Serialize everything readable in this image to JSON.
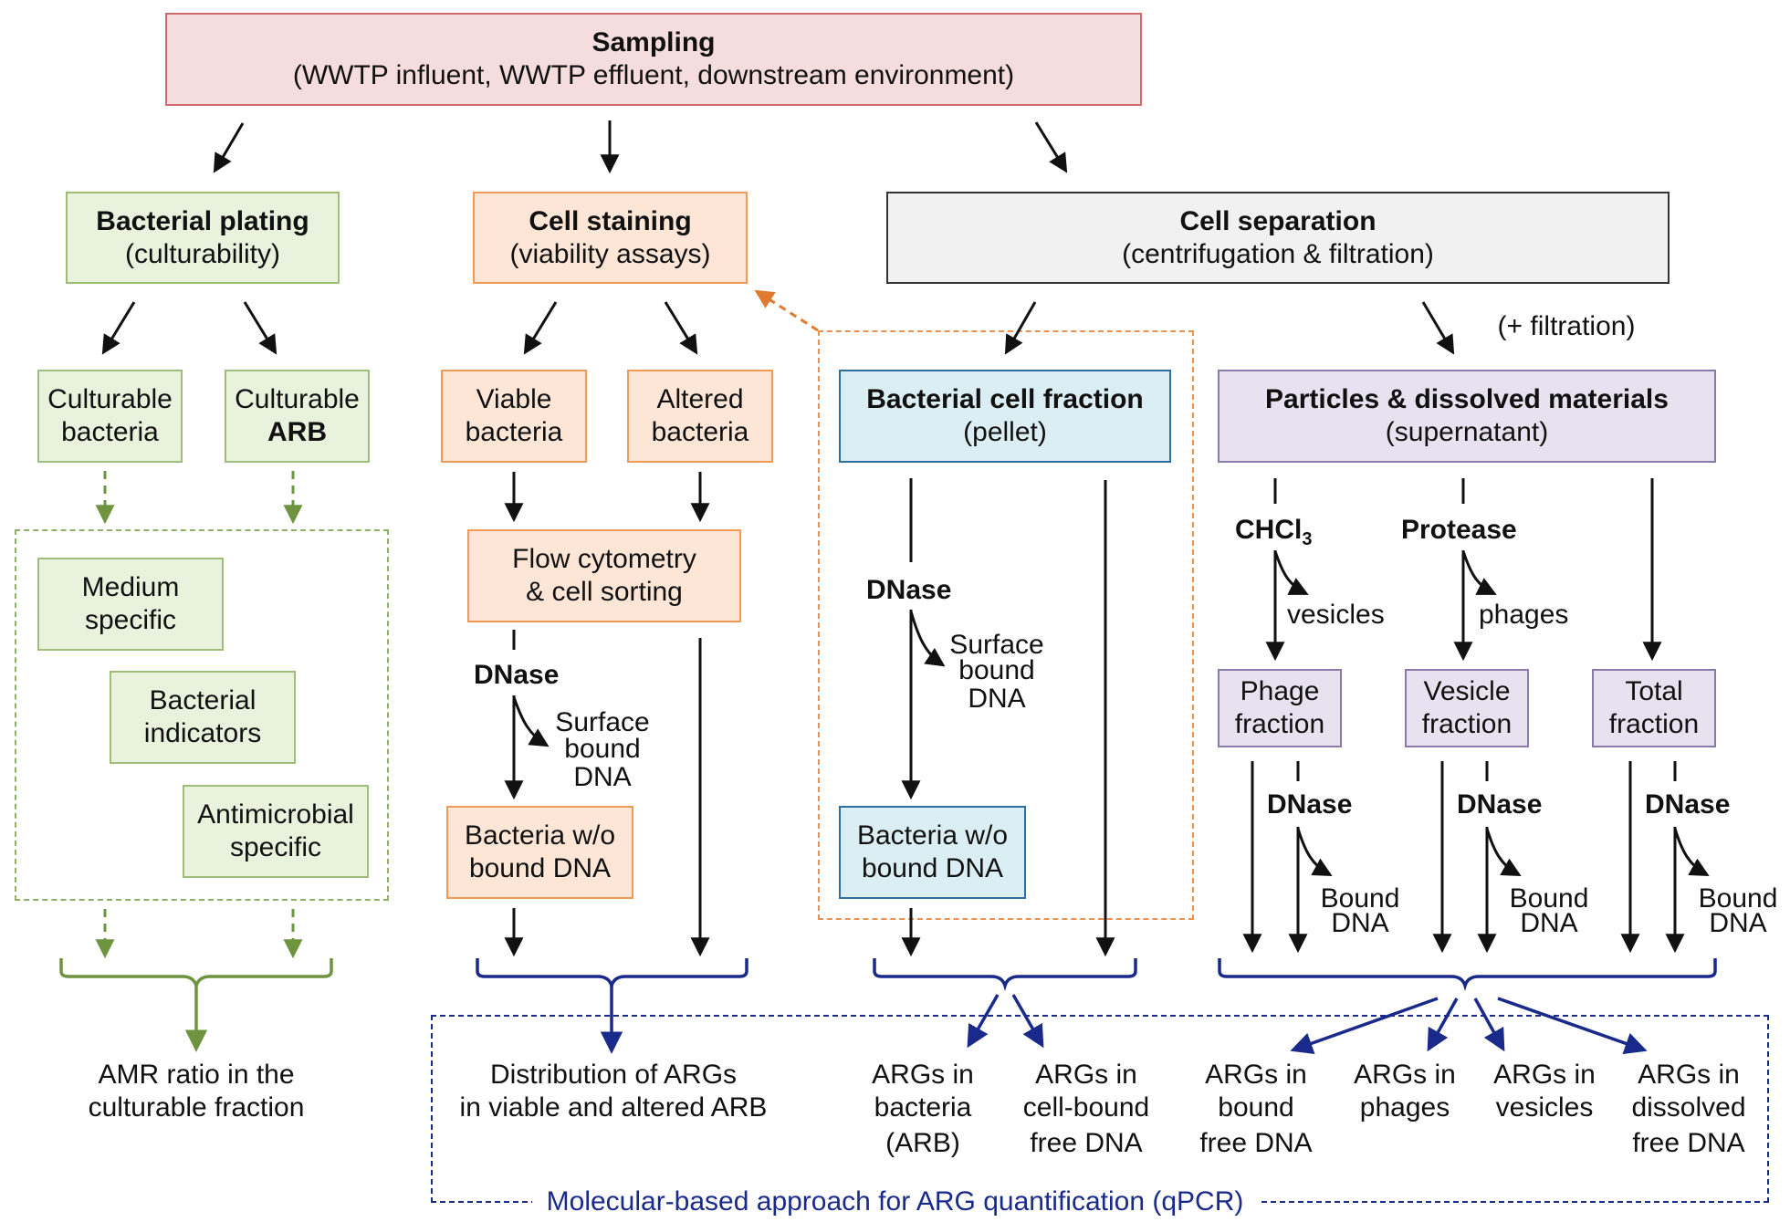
{
  "sampling": {
    "title": "Sampling",
    "subtitle": "(WWTP influent, WWTP effluent, downstream environment)"
  },
  "plating": {
    "title": "Bacterial plating",
    "subtitle": "(culturability)"
  },
  "staining": {
    "title": "Cell staining",
    "subtitle": "(viability assays)"
  },
  "separation": {
    "title": "Cell separation",
    "subtitle": "(centrifugation & filtration)",
    "filtration_note": "(+ filtration)"
  },
  "culturable": {
    "line1": "Culturable",
    "line2": "bacteria"
  },
  "culturable_arb": {
    "line1": "Culturable",
    "line2": "ARB"
  },
  "viable": {
    "line1": "Viable",
    "line2": "bacteria"
  },
  "altered": {
    "line1": "Altered",
    "line2": "bacteria"
  },
  "cell_fraction": {
    "title": "Bacterial cell fraction",
    "subtitle": "(pellet)"
  },
  "particles": {
    "title": "Particles & dissolved materials",
    "subtitle": "(supernatant)"
  },
  "medium": {
    "line1": "Medium",
    "line2": "specific"
  },
  "indicators": {
    "line1": "Bacterial",
    "line2": "indicators"
  },
  "antimicrobial": {
    "line1": "Antimicrobial",
    "line2": "specific"
  },
  "flow": {
    "line1": "Flow cytometry",
    "line2": "& cell sorting"
  },
  "treat": {
    "dnase": "DNase",
    "surface1": "Surface",
    "surface2": "bound",
    "surface3": "DNA",
    "chcl3": "CHCl",
    "chcl3_sub": "3",
    "vesicles": "vesicles",
    "protease": "Protease",
    "phages": "phages",
    "bound1": "Bound",
    "bound2": "DNA"
  },
  "bacteria_wo": {
    "line1": "Bacteria w/o",
    "line2": "bound DNA"
  },
  "phage_fraction": {
    "line1": "Phage",
    "line2": "fraction"
  },
  "vesicle_fraction": {
    "line1": "Vesicle",
    "line2": "fraction"
  },
  "total_fraction": {
    "line1": "Total",
    "line2": "fraction"
  },
  "outputs": {
    "amr1": "AMR ratio in the",
    "amr2": "culturable fraction",
    "dist1": "Distribution of ARGs",
    "dist2": "in viable and altered ARB",
    "args_in": "ARGs in",
    "bacteria": "bacteria",
    "arb": "(ARB)",
    "cellbound": "cell-bound",
    "free_dna": "free DNA",
    "bound": "bound",
    "phages": "phages",
    "vesicles": "vesicles",
    "dissolved": "dissolved"
  },
  "qpcr_label": "Molecular-based approach for ARG quantification (qPCR)",
  "colors": {
    "black": "#111111",
    "green": "#6f9440",
    "orange": "#e07a2e",
    "navy": "#1a2a8a"
  }
}
